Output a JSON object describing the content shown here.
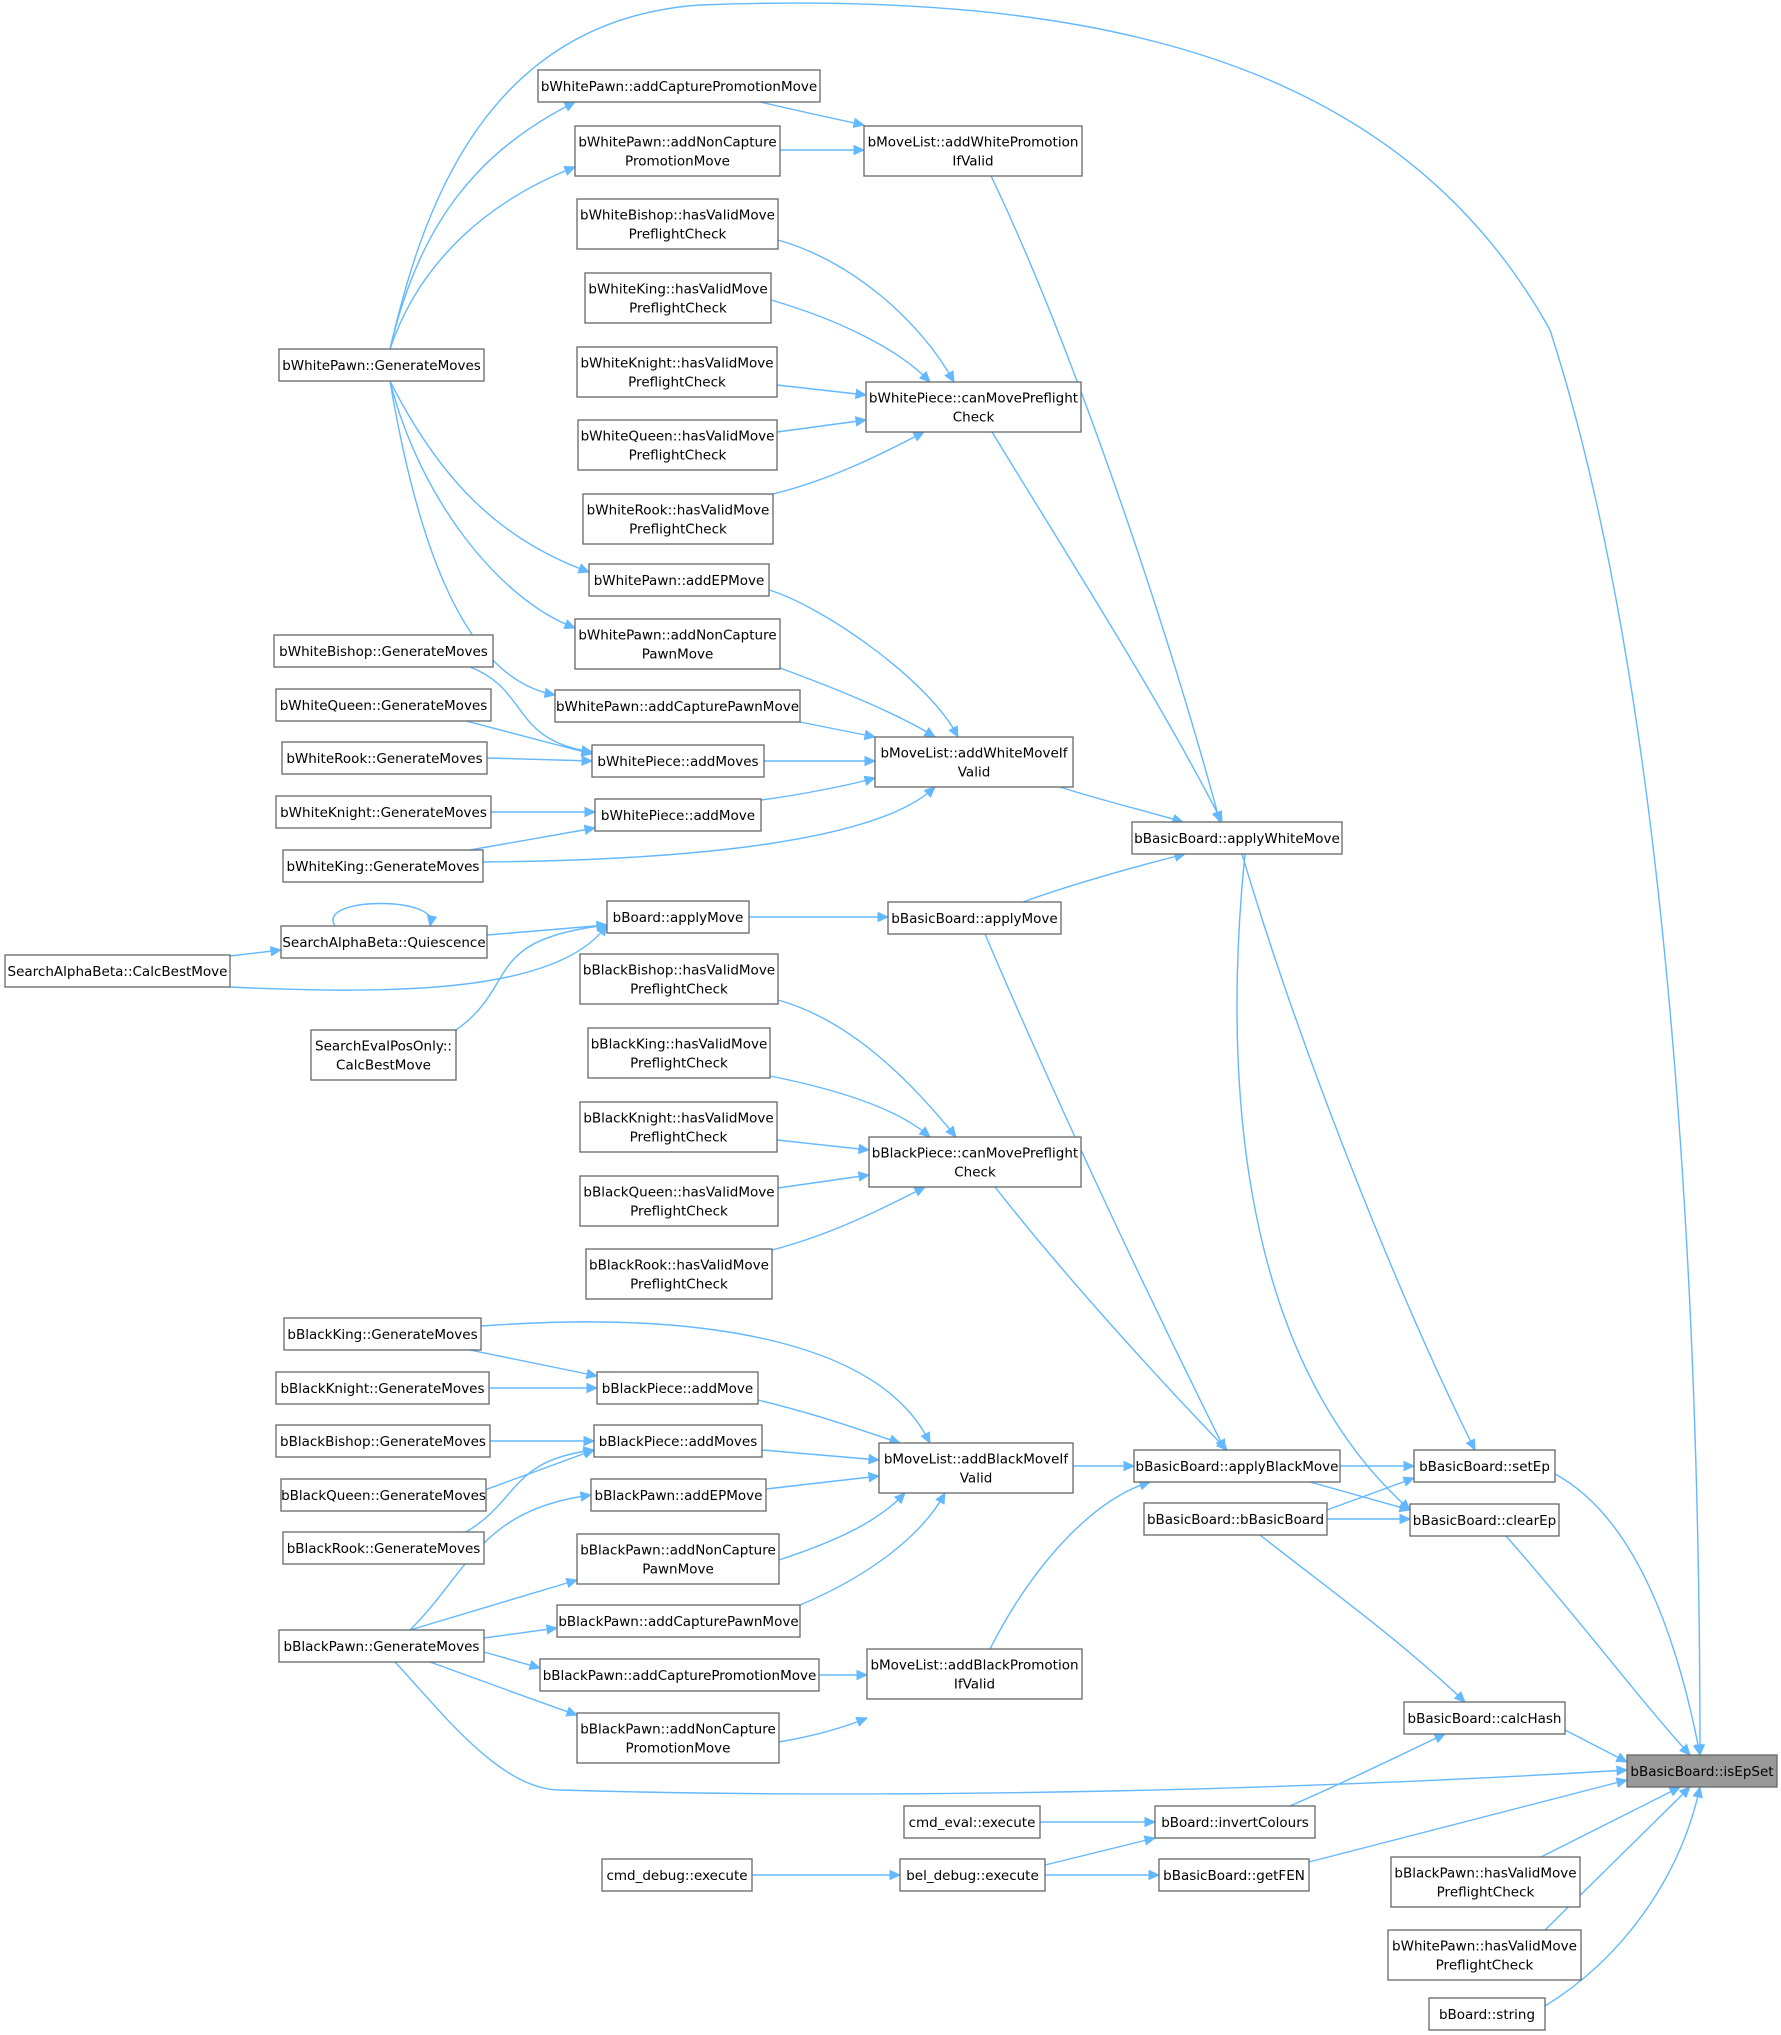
{
  "graph": {
    "title": "",
    "colors": {
      "edge": "#63b8ff",
      "node_border": "#666666",
      "root_fill": "#999999",
      "node_fill": "#ffffff"
    },
    "root": "isEpSet",
    "nodes": [
      {
        "id": "isEpSet",
        "lines": [
          "bBasicBoard::isEpSet"
        ],
        "root": true
      },
      {
        "id": "wp_acpm",
        "lines": [
          "bWhitePawn::addCapturePromotionMove"
        ]
      },
      {
        "id": "wp_ancpm",
        "lines": [
          "bWhitePawn::addNonCapture",
          "PromotionMove"
        ]
      },
      {
        "id": "ml_awp",
        "lines": [
          "bMoveList::addWhitePromotion",
          "IfValid"
        ]
      },
      {
        "id": "wb_hv",
        "lines": [
          "bWhiteBishop::hasValidMove",
          "PreflightCheck"
        ]
      },
      {
        "id": "wk_hv",
        "lines": [
          "bWhiteKing::hasValidMove",
          "PreflightCheck"
        ]
      },
      {
        "id": "wn_hv",
        "lines": [
          "bWhiteKnight::hasValidMove",
          "PreflightCheck"
        ]
      },
      {
        "id": "wq_hv",
        "lines": [
          "bWhiteQueen::hasValidMove",
          "PreflightCheck"
        ]
      },
      {
        "id": "wr_hv",
        "lines": [
          "bWhiteRook::hasValidMove",
          "PreflightCheck"
        ]
      },
      {
        "id": "wpc_cmp",
        "lines": [
          "bWhitePiece::canMovePreflight",
          "Check"
        ]
      },
      {
        "id": "wp_gm",
        "lines": [
          "bWhitePawn::GenerateMoves"
        ]
      },
      {
        "id": "wp_aep",
        "lines": [
          "bWhitePawn::addEPMove"
        ]
      },
      {
        "id": "wp_ancp",
        "lines": [
          "bWhitePawn::addNonCapture",
          "PawnMove"
        ]
      },
      {
        "id": "wp_acp",
        "lines": [
          "bWhitePawn::addCapturePawnMove"
        ]
      },
      {
        "id": "wb_gm",
        "lines": [
          "bWhiteBishop::GenerateMoves"
        ]
      },
      {
        "id": "wq_gm",
        "lines": [
          "bWhiteQueen::GenerateMoves"
        ]
      },
      {
        "id": "wr_gm",
        "lines": [
          "bWhiteRook::GenerateMoves"
        ]
      },
      {
        "id": "wn_gm",
        "lines": [
          "bWhiteKnight::GenerateMoves"
        ]
      },
      {
        "id": "wk_gm",
        "lines": [
          "bWhiteKing::GenerateMoves"
        ]
      },
      {
        "id": "wpc_ams",
        "lines": [
          "bWhitePiece::addMoves"
        ]
      },
      {
        "id": "wpc_am",
        "lines": [
          "bWhitePiece::addMove"
        ]
      },
      {
        "id": "ml_awm",
        "lines": [
          "bMoveList::addWhiteMoveIf",
          "Valid"
        ]
      },
      {
        "id": "bb_awm",
        "lines": [
          "bBasicBoard::applyWhiteMove"
        ]
      },
      {
        "id": "b_am",
        "lines": [
          "bBoard::applyMove"
        ]
      },
      {
        "id": "bb_am",
        "lines": [
          "bBasicBoard::applyMove"
        ]
      },
      {
        "id": "sab_q",
        "lines": [
          "SearchAlphaBeta::Quiescence"
        ]
      },
      {
        "id": "sab_cbm",
        "lines": [
          "SearchAlphaBeta::CalcBestMove"
        ]
      },
      {
        "id": "sep_cbm",
        "lines": [
          "SearchEvalPosOnly::",
          "CalcBestMove"
        ]
      },
      {
        "id": "bbi_hv",
        "lines": [
          "bBlackBishop::hasValidMove",
          "PreflightCheck"
        ]
      },
      {
        "id": "bk_hv",
        "lines": [
          "bBlackKing::hasValidMove",
          "PreflightCheck"
        ]
      },
      {
        "id": "bn_hv",
        "lines": [
          "bBlackKnight::hasValidMove",
          "PreflightCheck"
        ]
      },
      {
        "id": "bq_hv",
        "lines": [
          "bBlackQueen::hasValidMove",
          "PreflightCheck"
        ]
      },
      {
        "id": "br_hv",
        "lines": [
          "bBlackRook::hasValidMove",
          "PreflightCheck"
        ]
      },
      {
        "id": "bpc_cmp",
        "lines": [
          "bBlackPiece::canMovePreflight",
          "Check"
        ]
      },
      {
        "id": "bk_gm",
        "lines": [
          "bBlackKing::GenerateMoves"
        ]
      },
      {
        "id": "bn_gm",
        "lines": [
          "bBlackKnight::GenerateMoves"
        ]
      },
      {
        "id": "bbi_gm",
        "lines": [
          "bBlackBishop::GenerateMoves"
        ]
      },
      {
        "id": "bq_gm",
        "lines": [
          "bBlackQueen::GenerateMoves"
        ]
      },
      {
        "id": "br_gm",
        "lines": [
          "bBlackRook::GenerateMoves"
        ]
      },
      {
        "id": "bpc_am",
        "lines": [
          "bBlackPiece::addMove"
        ]
      },
      {
        "id": "bpc_ams",
        "lines": [
          "bBlackPiece::addMoves"
        ]
      },
      {
        "id": "bp_aep",
        "lines": [
          "bBlackPawn::addEPMove"
        ]
      },
      {
        "id": "bp_ancp",
        "lines": [
          "bBlackPawn::addNonCapture",
          "PawnMove"
        ]
      },
      {
        "id": "bp_acp",
        "lines": [
          "bBlackPawn::addCapturePawnMove"
        ]
      },
      {
        "id": "bp_acpm",
        "lines": [
          "bBlackPawn::addCapturePromotionMove"
        ]
      },
      {
        "id": "bp_ancpm",
        "lines": [
          "bBlackPawn::addNonCapture",
          "PromotionMove"
        ]
      },
      {
        "id": "bp_gm",
        "lines": [
          "bBlackPawn::GenerateMoves"
        ]
      },
      {
        "id": "ml_abm",
        "lines": [
          "bMoveList::addBlackMoveIf",
          "Valid"
        ]
      },
      {
        "id": "ml_abp",
        "lines": [
          "bMoveList::addBlackPromotion",
          "IfValid"
        ]
      },
      {
        "id": "bb_abm",
        "lines": [
          "bBasicBoard::applyBlackMove"
        ]
      },
      {
        "id": "bb_ctor",
        "lines": [
          "bBasicBoard::bBasicBoard"
        ]
      },
      {
        "id": "bb_setep",
        "lines": [
          "bBasicBoard::setEp"
        ]
      },
      {
        "id": "bb_clearep",
        "lines": [
          "bBasicBoard::clearEp"
        ]
      },
      {
        "id": "bb_calchash",
        "lines": [
          "bBasicBoard::calcHash"
        ]
      },
      {
        "id": "b_ic",
        "lines": [
          "bBoard::invertColours"
        ]
      },
      {
        "id": "ce_exec",
        "lines": [
          "cmd_eval::execute"
        ]
      },
      {
        "id": "cd_exec",
        "lines": [
          "cmd_debug::execute"
        ]
      },
      {
        "id": "bd_exec",
        "lines": [
          "bel_debug::execute"
        ]
      },
      {
        "id": "bb_fen",
        "lines": [
          "bBasicBoard::getFEN"
        ]
      },
      {
        "id": "bp_hv",
        "lines": [
          "bBlackPawn::hasValidMove",
          "PreflightCheck"
        ]
      },
      {
        "id": "wp_hv",
        "lines": [
          "bWhitePawn::hasValidMove",
          "PreflightCheck"
        ]
      },
      {
        "id": "b_str",
        "lines": [
          "bBoard::string"
        ]
      }
    ]
  }
}
